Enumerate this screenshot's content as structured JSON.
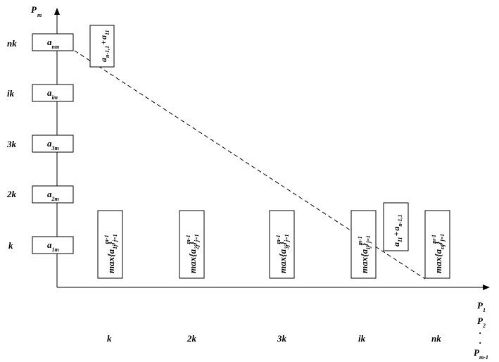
{
  "y_axis_label": {
    "main": "P",
    "sub": "m"
  },
  "y_ticks": [
    "nk",
    "ik",
    "3k",
    "2k",
    "k"
  ],
  "y_boxes": [
    {
      "main": "a",
      "sub": "nm"
    },
    {
      "main": "a",
      "sub": "im"
    },
    {
      "main": "a",
      "sub": "3m"
    },
    {
      "main": "a",
      "sub": "2m"
    },
    {
      "main": "a",
      "sub": "1m"
    }
  ],
  "x_ticks": [
    "k",
    "2k",
    "3k",
    "ik",
    "nk"
  ],
  "x_axis_labels": [
    {
      "main": "P",
      "sub": "1"
    },
    {
      "main": "P",
      "sub": "2"
    },
    {
      "main": ".",
      "sub": ""
    },
    {
      "main": ".",
      "sub": ""
    },
    {
      "main": "P",
      "sub": "m-1"
    }
  ],
  "max_boxes": [
    {
      "text": "max{a",
      "sub1": "1j",
      "close": "}",
      "sub2": "j=1",
      "sup": "m-1"
    },
    {
      "text": "max{a",
      "sub1": "2j",
      "close": "}",
      "sub2": "j=1",
      "sup": "m-1"
    },
    {
      "text": "max{a",
      "sub1": "3j",
      "close": "}",
      "sub2": "j=1",
      "sup": "m-1"
    },
    {
      "text": "max{a",
      "sub1": "ij",
      "close": "}",
      "sub2": "j=1",
      "sup": "m-1"
    },
    {
      "text": "max{a",
      "sub1": "nj",
      "close": "}",
      "sub2": "j=1",
      "sup": "m-1"
    }
  ],
  "sum_box_top": {
    "a1": "a",
    "s1": "n-1,1",
    "plus": "+",
    "a2": "a",
    "s2": "11"
  },
  "sum_box_bottom": {
    "a1": "a",
    "s1": "11",
    "plus": "+",
    "a2": "a",
    "s2": "n-1,1"
  }
}
